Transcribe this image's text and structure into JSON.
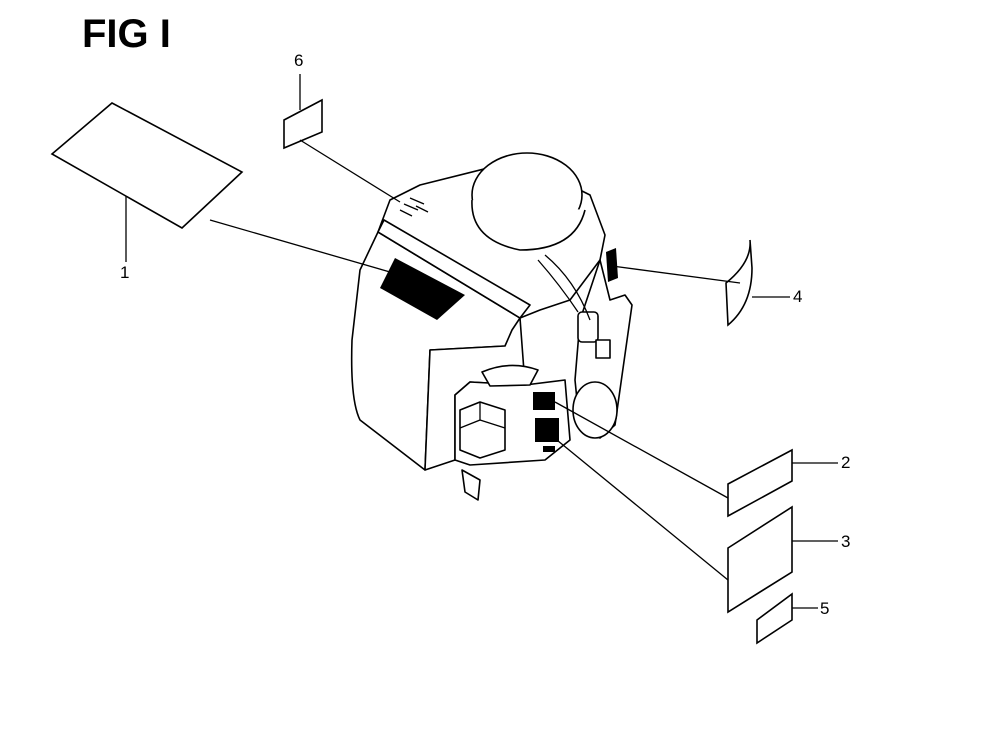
{
  "figure": {
    "title": "FIG I"
  },
  "callouts": [
    {
      "id": "1",
      "text": "1"
    },
    {
      "id": "2",
      "text": "2"
    },
    {
      "id": "3",
      "text": "3"
    },
    {
      "id": "4",
      "text": "4"
    },
    {
      "id": "5",
      "text": "5"
    },
    {
      "id": "6",
      "text": "6"
    }
  ]
}
